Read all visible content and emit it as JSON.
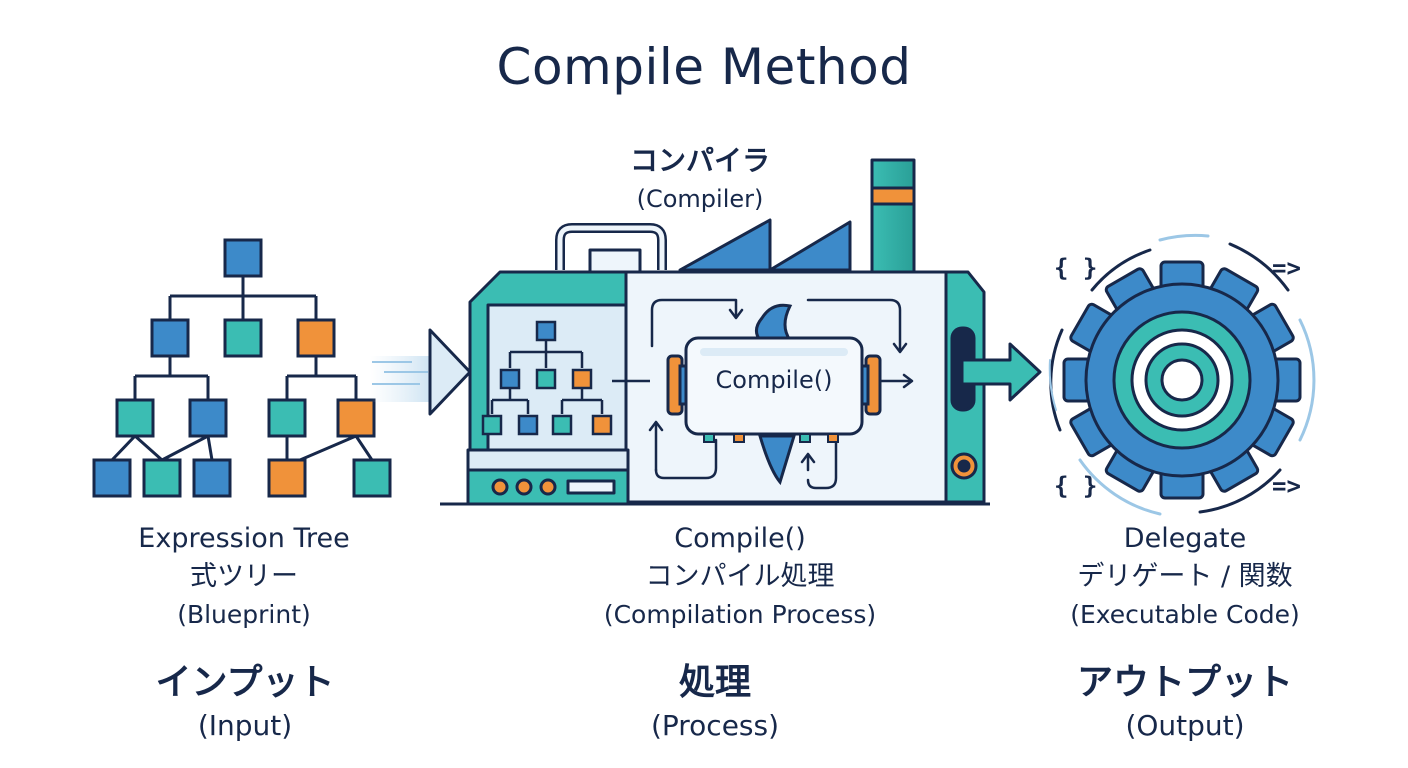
{
  "title": "Compile Method",
  "compiler": {
    "jp": "コンパイラ",
    "en": "(Compiler)"
  },
  "compile_box_label": "Compile()",
  "input": {
    "caption_l1": "Expression Tree",
    "caption_l2": "式ツリー",
    "caption_l3": "(Blueprint)",
    "role_jp": "インプット",
    "role_en": "(Input)"
  },
  "process": {
    "caption_l1": "Compile()",
    "caption_l2": "コンパイル処理",
    "caption_l3": "(Compilation Process)",
    "role_jp": "処理",
    "role_en": "(Process)"
  },
  "output": {
    "caption_l1": "Delegate",
    "caption_l2": "デリゲート / 関数",
    "caption_l3": "(Executable Code)",
    "role_jp": "アウトプット",
    "role_en": "(Output)"
  },
  "glyphs": {
    "braces": "{ }",
    "arrow": "=>"
  },
  "colors": {
    "navy": "#17284a",
    "blue": "#3d8ac9",
    "teal": "#3bbdb3",
    "orange": "#f0923a",
    "light_blue": "#dcebf6"
  }
}
